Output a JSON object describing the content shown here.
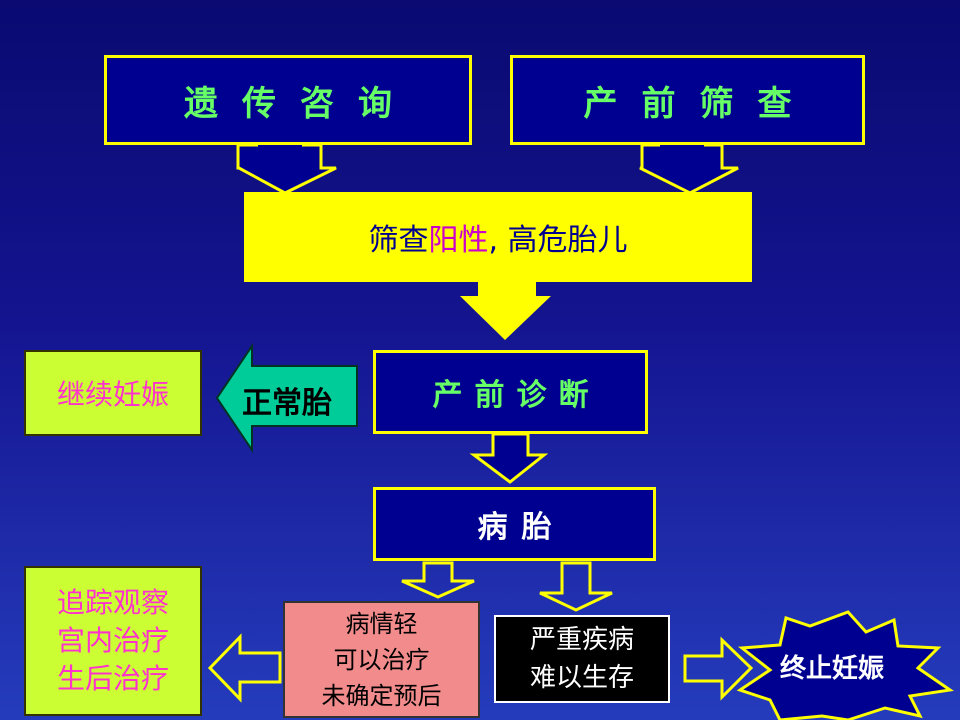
{
  "diagram": {
    "genetic_counseling": "遗传咨询",
    "prenatal_screening": "产前筛查",
    "screening_result": {
      "prefix": "筛查",
      "accent": "阳性",
      "suffix": ", 高危胎儿"
    },
    "prenatal_diagnosis": "产前诊断",
    "normal_fetus": "正常胎",
    "continue_pregnancy": "继续妊娠",
    "diseased_fetus": "病胎",
    "mild_case": [
      "病情轻",
      "可以治疗",
      "未确定预后"
    ],
    "severe_case": [
      "严重疾病",
      "难以生存"
    ],
    "follow_up": [
      "追踪观察",
      "宫内治疗",
      "生后治疗"
    ],
    "terminate_pregnancy": "终止妊娠"
  },
  "colors": {
    "background": "#0a0a72",
    "box_navy": "#000090",
    "border_yellow": "#ffff00",
    "text_green": "#66ff66",
    "accent_magenta": "#cc00cc",
    "lime_box": "#ccff33",
    "pink_text": "#ff33cc",
    "teal_arrow": "#00cc99",
    "salmon_box": "#f28c8c"
  }
}
